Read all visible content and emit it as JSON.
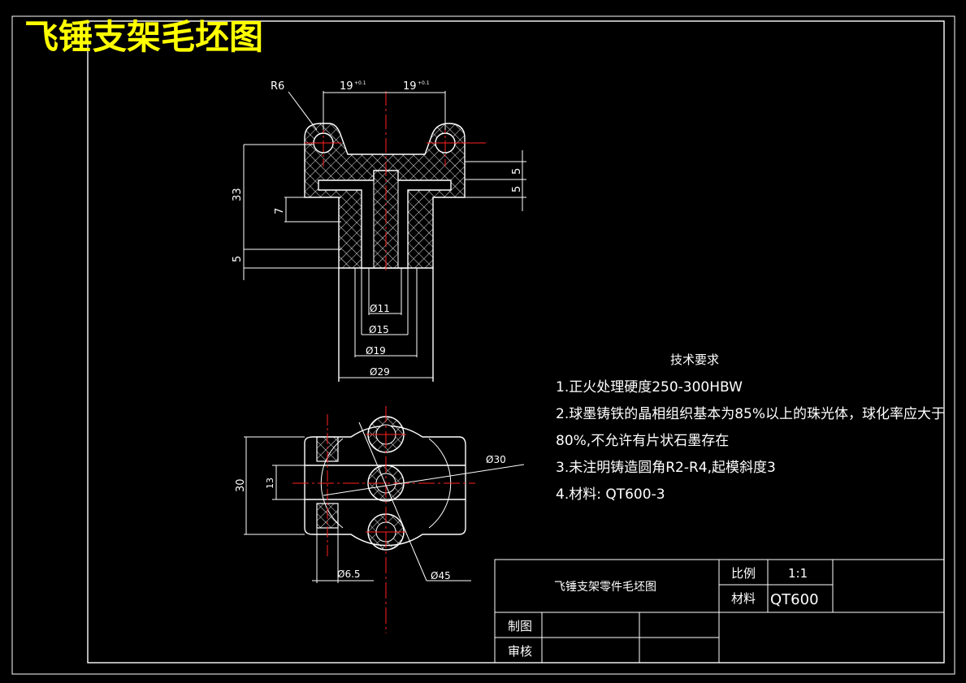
{
  "title": "飞锤支架毛坯图",
  "front_view": {
    "radius_label": "R6",
    "dim_top_left": "19",
    "dim_top_right": "19",
    "tol": "+0.1",
    "dim_33": "33",
    "dim_7": "7",
    "dim_5_left": "5",
    "dim_5_a": "5",
    "dim_5_b": "5",
    "d11": "Ø11",
    "d15": "Ø15",
    "d19": "Ø19",
    "d29": "Ø29"
  },
  "plan_view": {
    "dim_30": "30",
    "dim_13": "13",
    "d30": "Ø30",
    "d6_5": "Ø6.5",
    "d45": "Ø45"
  },
  "tech": {
    "heading": "技术要求",
    "items": [
      "1.正火处理硬度250-300HBW",
      "2.球墨铸铁的晶相组织基本为85%以上的珠光体，球化率应大于",
      "80%,不允许有片状石墨存在",
      "3.未注明铸造圆角R2-R4,起模斜度3",
      "4.材料: QT600-3"
    ]
  },
  "title_block": {
    "part_name": "飞锤支架零件毛坯图",
    "scale_label": "比例",
    "scale_value": "1:1",
    "material_label": "材料",
    "material_value": "QT600",
    "drawn_label": "制图",
    "check_label": "审核"
  },
  "colors": {
    "title": "#ffff00",
    "line": "#ffffff",
    "center": "#ff2020",
    "background": "#000000"
  }
}
